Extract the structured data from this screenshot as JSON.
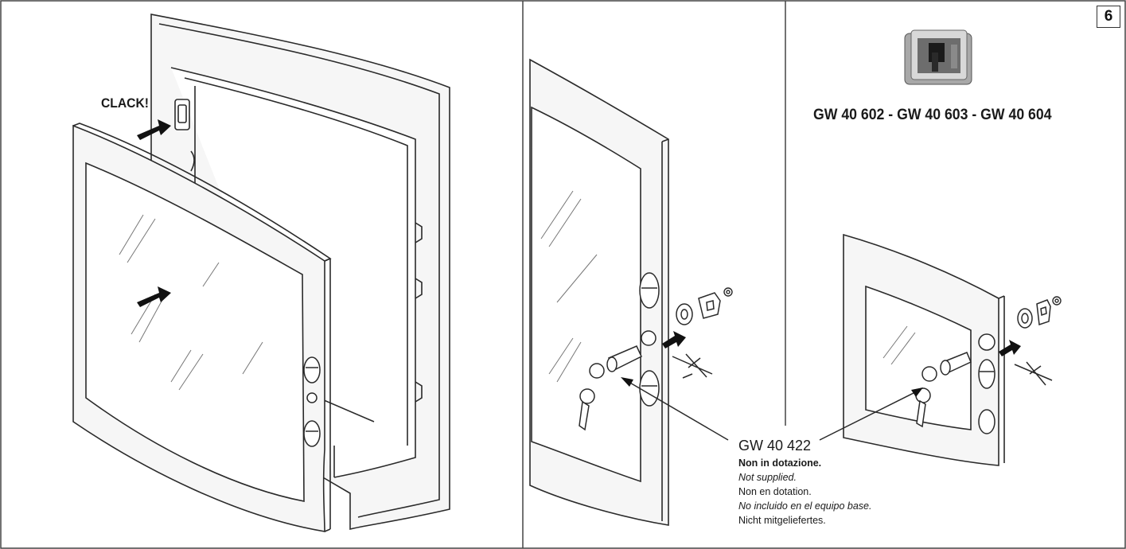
{
  "page_number": "6",
  "panel1": {
    "clack_label": "CLACK!"
  },
  "panel3": {
    "models_label": "GW 40 602 - GW 40 603 - GW 40 604"
  },
  "callout": {
    "code": "GW 40 422",
    "lines": [
      "Non in dotazione.",
      "Not supplied.",
      "Non en dotation.",
      "No incluido en el equipo base.",
      "Nicht mitgeliefertes."
    ]
  },
  "colors": {
    "line": "#2a2a2a",
    "frame_fill": "#f6f6f6",
    "glass_fill": "#ffffff",
    "photo_fill": "#9a9a9a"
  }
}
